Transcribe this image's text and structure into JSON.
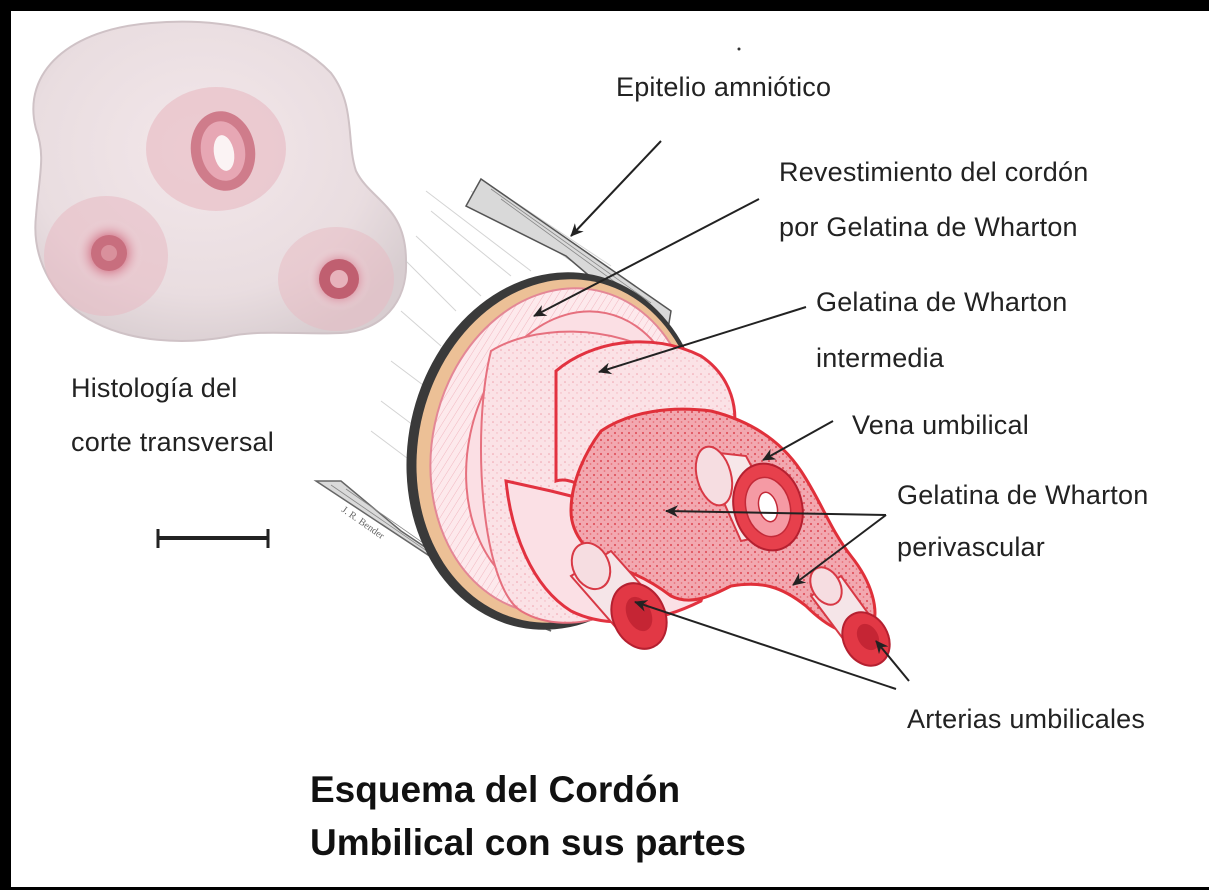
{
  "labels": {
    "epitelio": "Epitelio amniótico",
    "revestimiento_1": "Revestimiento del cordón",
    "revestimiento_2": "por Gelatina de Wharton",
    "intermedia_1": "Gelatina de Wharton",
    "intermedia_2": "intermedia",
    "vena": "Vena umbilical",
    "perivascular_1": "Gelatina de Wharton",
    "perivascular_2": "perivascular",
    "arterias": "Arterias umbilicales",
    "histologia_1": "Histología del",
    "histologia_2": "corte transversal"
  },
  "title": {
    "line1": "Esquema del Cordón",
    "line2": "Umbilical con sus partes"
  },
  "colors": {
    "frame": "#000000",
    "background": "#ffffff",
    "tissue_red": "#e0303a",
    "tissue_pink": "#f4b8c0",
    "histology_pink": "#d99aa6",
    "outer_layer_orange": "#e8b080",
    "arrow": "#222222"
  }
}
